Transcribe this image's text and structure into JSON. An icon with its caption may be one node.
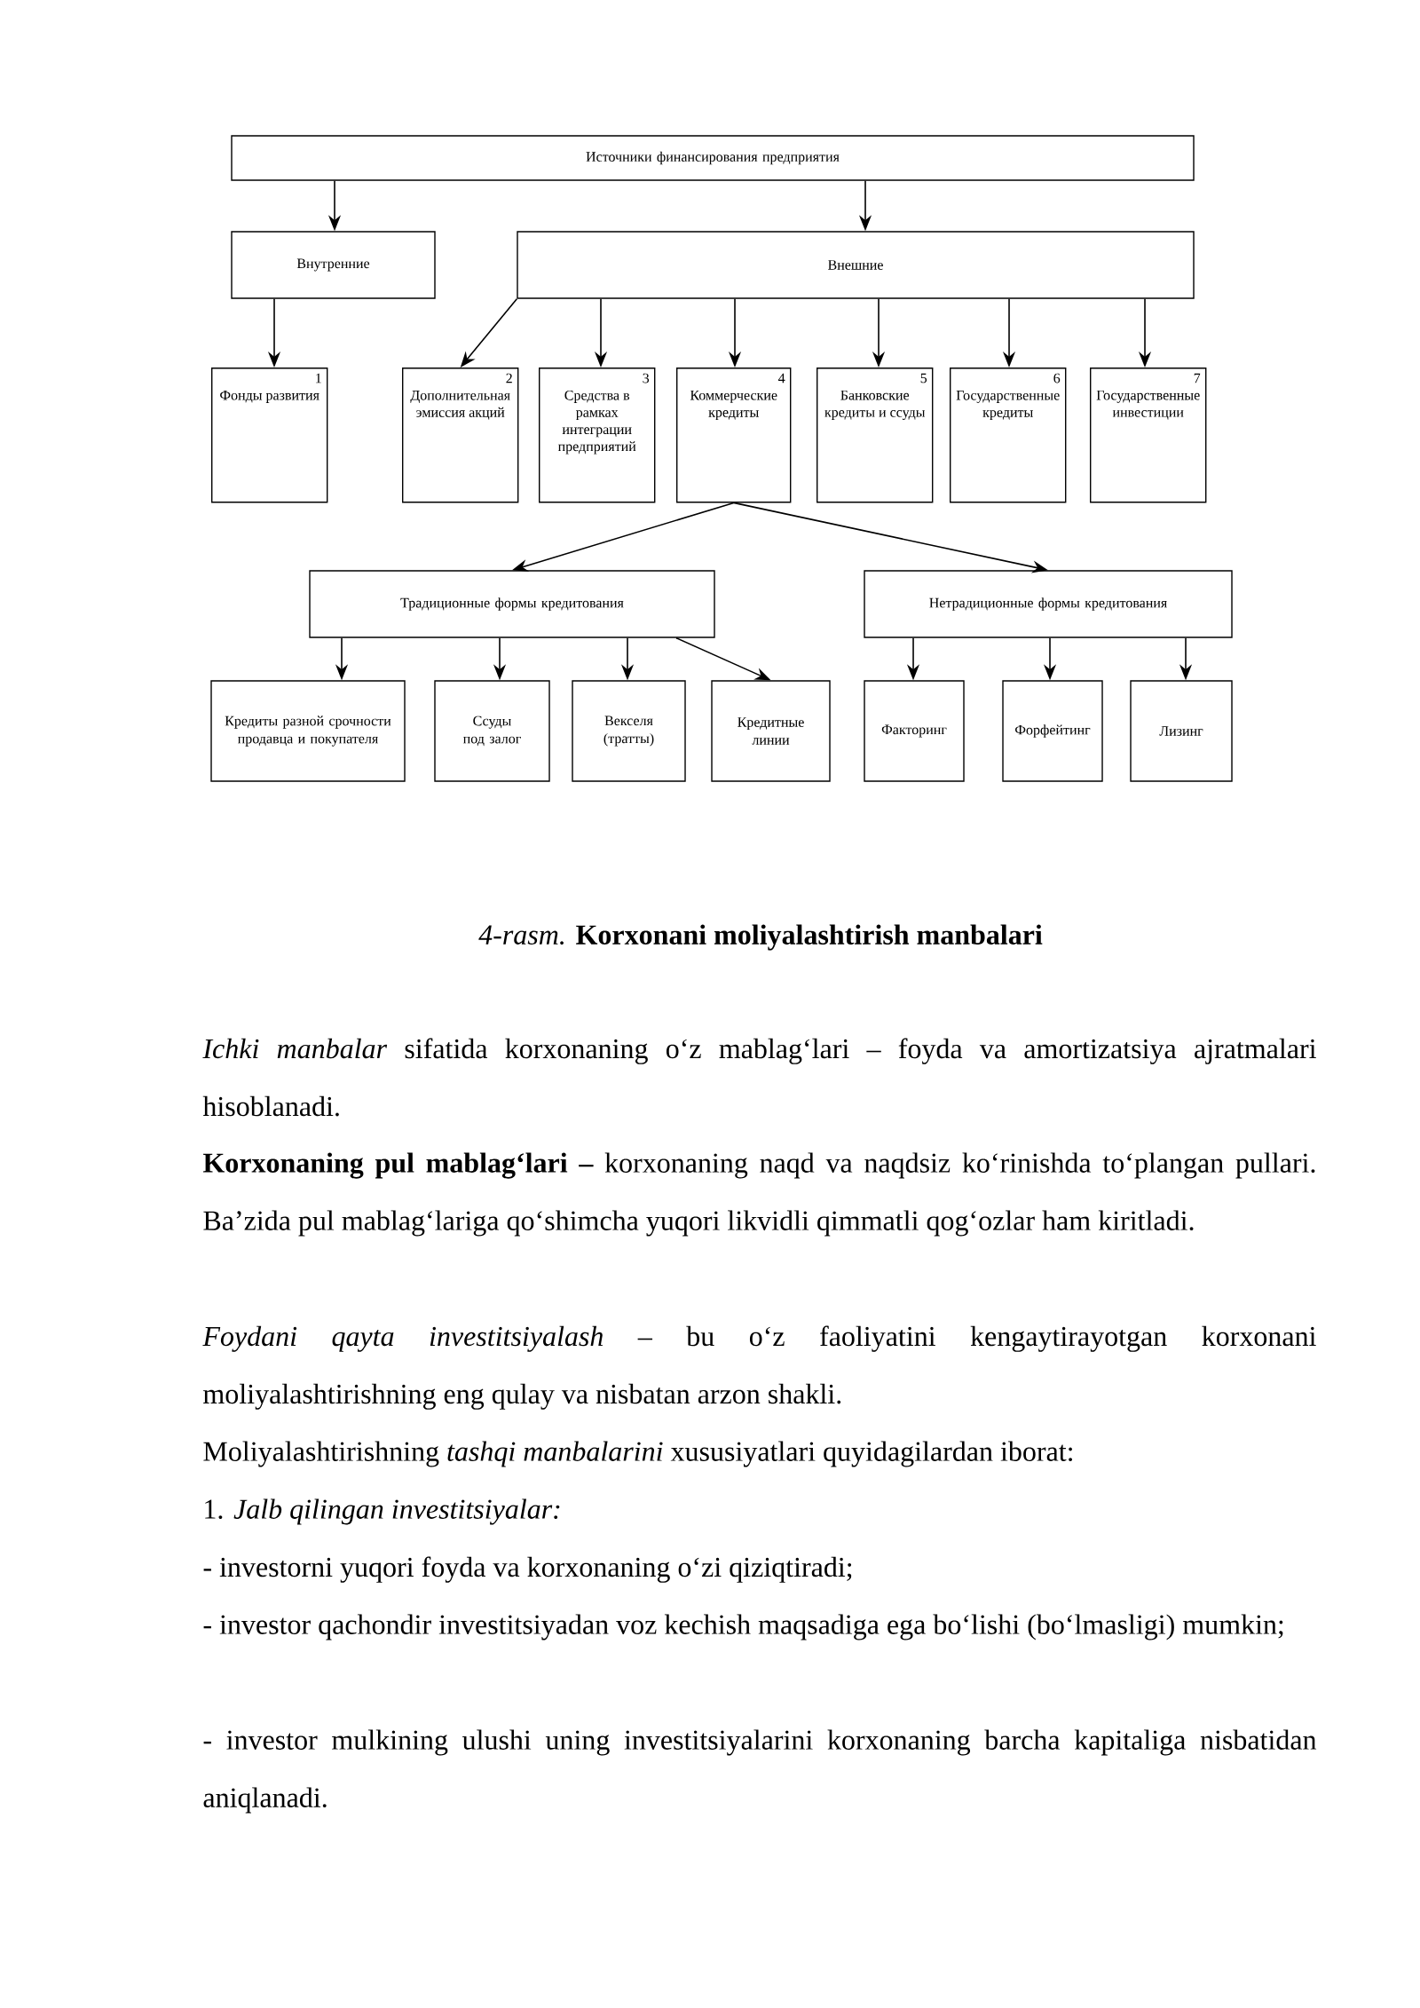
{
  "diagram": {
    "caption": "*4-rasm.* **Korxonani moliyalashtirish manbalari**",
    "nodes": [
      {
        "text": [
          "Источники финансирования предприятия"
        ]
      },
      {
        "text": [
          "Внутренние"
        ]
      },
      {
        "text": [
          "Внешние"
        ]
      },
      {
        "text": [
          "1",
          "Фонды развития"
        ]
      },
      {
        "text": [
          "2",
          "Дополнительная эмиссия акций"
        ]
      },
      {
        "text": [
          "3",
          "Средства в рамках интеграции предприятий"
        ]
      },
      {
        "text": [
          "4",
          "Коммерческие кредиты"
        ]
      },
      {
        "text": [
          "5",
          "Банковские кредиты и ссуды"
        ]
      },
      {
        "text": [
          "6",
          "Государственные кредиты"
        ]
      },
      {
        "text": [
          "7",
          "Государственные инвестиции"
        ]
      },
      {
        "text": [
          "Традиционные формы кредитования"
        ]
      },
      {
        "text": [
          "Нетрадиционные формы кредитования"
        ]
      },
      {
        "text": [
          "Кредиты разной срочности продавца и покупателя"
        ]
      },
      {
        "text": [
          "Ссуды под залог"
        ]
      },
      {
        "text": [
          "Векселя (тратты)"
        ]
      },
      {
        "text": [
          "Кредитные линии"
        ]
      },
      {
        "text": [
          "Факторинг"
        ]
      },
      {
        "text": [
          "Форфейтинг"
        ]
      },
      {
        "text": [
          "Лизинг"
        ]
      }
    ],
    "edges": [
      {
        "from": 0,
        "to": 1,
        "arrow": "to"
      },
      {
        "from": 0,
        "to": 2,
        "arrow": "to"
      },
      {
        "from": 1,
        "to": 3,
        "arrow": "to"
      },
      {
        "from": 2,
        "to": 4,
        "arrow": "to"
      },
      {
        "from": 2,
        "to": 5,
        "arrow": "to"
      },
      {
        "from": 2,
        "to": 6,
        "arrow": "to"
      },
      {
        "from": 2,
        "to": 7,
        "arrow": "to"
      },
      {
        "from": 2,
        "to": 8,
        "arrow": "to"
      },
      {
        "from": 2,
        "to": 9,
        "arrow": "to"
      },
      {
        "from": 6,
        "to": 10,
        "arrow": "to"
      },
      {
        "from": 6,
        "to": 11,
        "arrow": "to"
      },
      {
        "from": 10,
        "to": 12,
        "arrow": "to"
      },
      {
        "from": 10,
        "to": 13,
        "arrow": "to"
      },
      {
        "from": 10,
        "to": 14,
        "arrow": "to"
      },
      {
        "from": 10,
        "to": 15,
        "arrow": "to"
      },
      {
        "from": 11,
        "to": 16,
        "arrow": "to"
      },
      {
        "from": 11,
        "to": 17,
        "arrow": "to"
      },
      {
        "from": 11,
        "to": 18,
        "arrow": "to"
      }
    ],
    "labels": [
      "*Ichki manbalar* sifatida korxonaning o‘z mablag‘lari – foyda va amortizatsiya ajratmalari hisoblanadi.",
      "**Korxonaning pul mablag‘lari –** korxonaning naqd va naqdsiz ko‘rinishda to‘plangan pullari. Ba’zida pul mablag‘lariga qo‘shimcha yuqori likvidli qimmatli qog‘ozlar ham kiritladi.",
      "*Foydani qayta investitsiyalash* – bu o‘z faoliyatini kengaytirayotgan korxonani moliyalashtirishning eng qulay va nisbatan arzon shakli.",
      "Moliyalashtirishning *tashqi manbalarini* xususiyatlari quyidagilardan iborat:",
      "1. *Jalb qilingan investitsiyalar:*",
      "- investorni yuqori foyda va korxonaning o‘zi qiziqtiradi;",
      "- investor qachondir investitsiyadan voz kechish maqsadiga ega bo‘lishi (bo‘lmasligi) mumkin;",
      "- investor mulkining ulushi uning investitsiyalarini korxonaning barcha kapitaliga nisbatidan aniqlanadi."
    ]
  }
}
